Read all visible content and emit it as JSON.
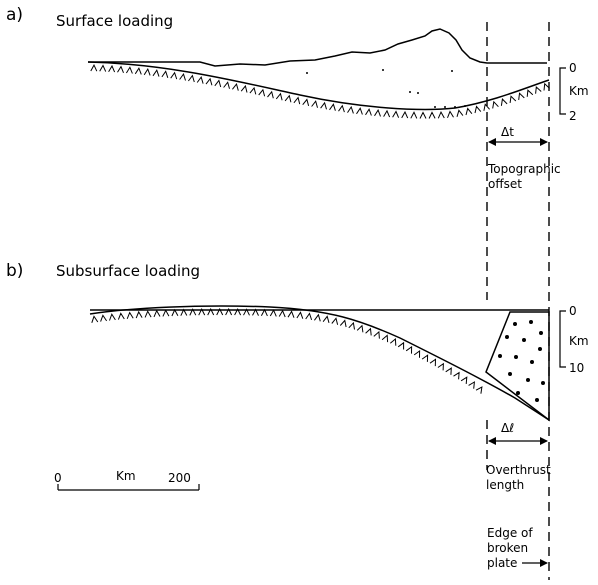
{
  "panel_a": {
    "letter": "a)",
    "title": "Surface loading",
    "scale_top": "0",
    "scale_unit": "Km",
    "scale_bottom": "2",
    "delta_label": "Δt",
    "offset_label_line1": "Topographic",
    "offset_label_line2": "offset"
  },
  "panel_b": {
    "letter": "b)",
    "title": "Subsurface loading",
    "scale_top": "0",
    "scale_unit": "Km",
    "scale_bottom": "10",
    "delta_label": "Δℓ",
    "overthrust_label_line1": "Overthrust",
    "overthrust_label_line2": "length"
  },
  "scale_bar": {
    "start": "0",
    "unit": "Km",
    "end": "200"
  },
  "plate_edge": {
    "line1": "Edge of",
    "line2": "broken",
    "line3": "plate"
  }
}
